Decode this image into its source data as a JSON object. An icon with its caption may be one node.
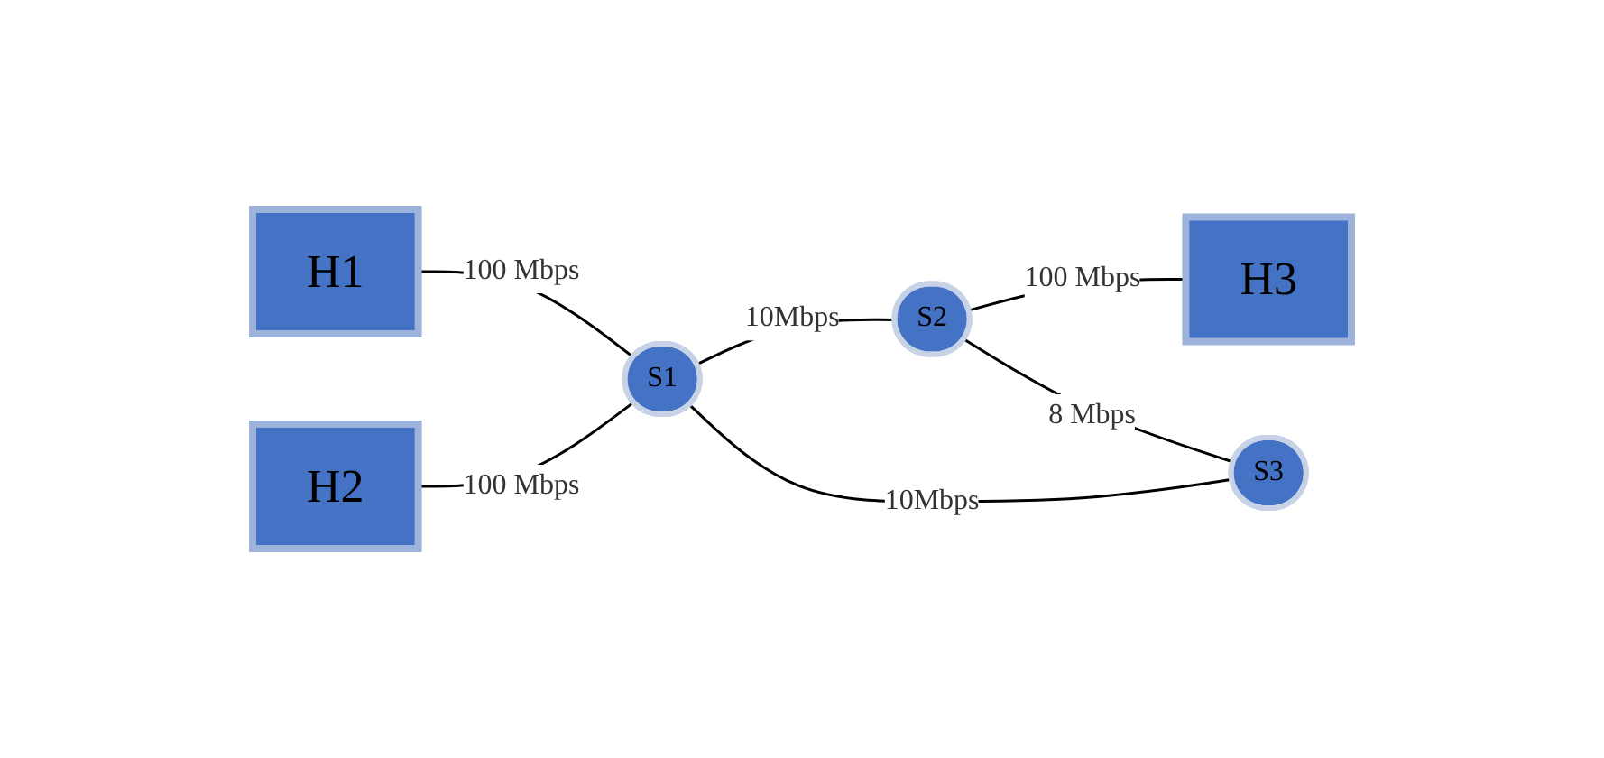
{
  "diagram": {
    "nodes": [
      {
        "text": [
          "H1"
        ]
      },
      {
        "text": [
          "S1"
        ]
      },
      {
        "text": [
          "S2"
        ]
      },
      {
        "text": [
          "H3"
        ]
      },
      {
        "text": [
          "S3"
        ]
      },
      {
        "text": [
          "H2"
        ]
      }
    ],
    "edges": [
      {
        "from": 0,
        "to": 1,
        "arrow": "none",
        "label": "100 Mbps"
      },
      {
        "from": 1,
        "to": 2,
        "arrow": "none",
        "label": "10Mbps"
      },
      {
        "from": 2,
        "to": 3,
        "arrow": "none",
        "label": "100 Mbps"
      },
      {
        "from": 1,
        "to": 4,
        "arrow": "none",
        "label": "10Mbps"
      },
      {
        "from": 2,
        "to": 4,
        "arrow": "none",
        "label": "8 Mbps"
      },
      {
        "from": 5,
        "to": 1,
        "arrow": "none",
        "label": "100 Mbps"
      }
    ]
  }
}
